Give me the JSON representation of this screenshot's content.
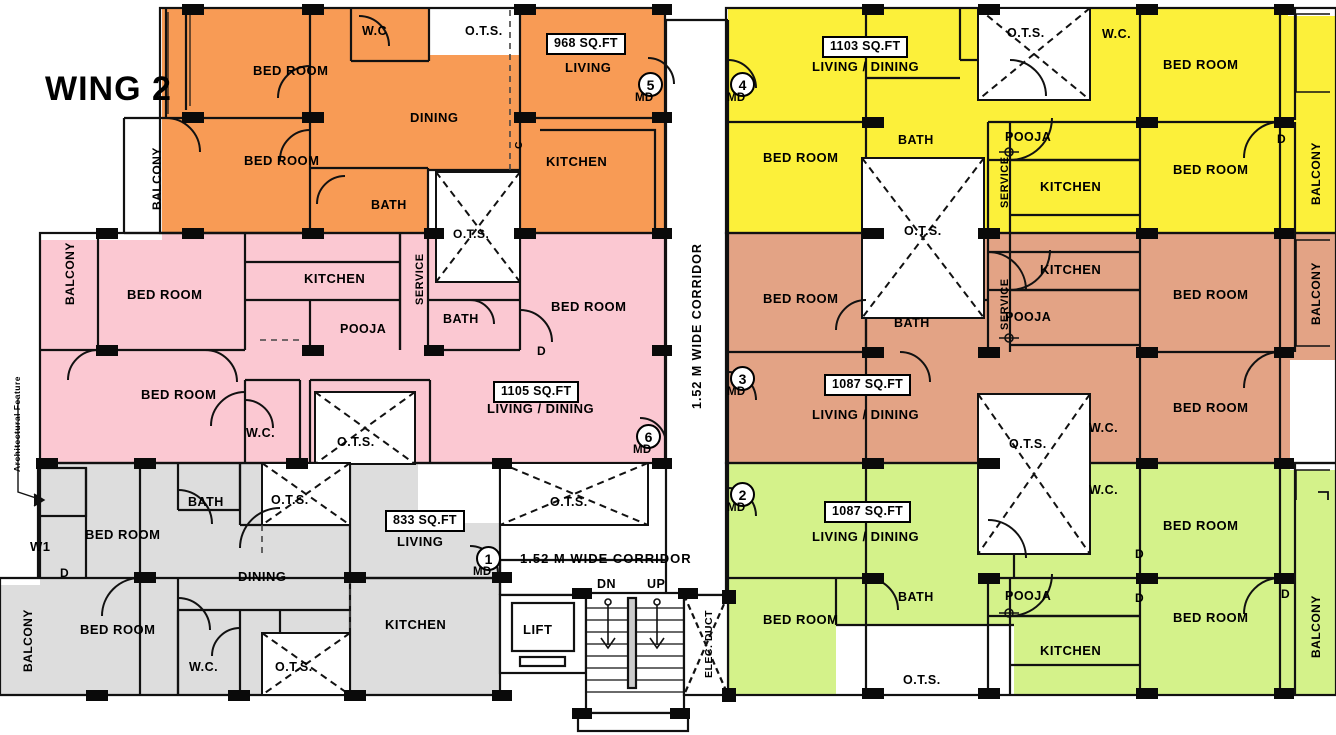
{
  "drawing": {
    "title": "WING 2",
    "corridor_label_vertical": "1.52 M WIDE CORRIDOR",
    "corridor_label_horizontal": "1.52 M  WIDE  CORRIDOR",
    "architectural_feature_note": "Architectural Feature",
    "lift_label": "LIFT",
    "stair_down": "DN",
    "stair_up": "UP",
    "elec_duct": "ELEC. DUCT",
    "window_tag": "W1",
    "door_tag": "D",
    "colors": {
      "orange": "#F89B55",
      "pink": "#FBC8D2",
      "grey": "#DDDDDD",
      "yellow": "#FCF03A",
      "salmon": "#E3A385",
      "green": "#D4F28A",
      "wall": "#111111",
      "paper": "#FFFFFF"
    }
  },
  "units": [
    {
      "id": "flat-5",
      "marker": "5",
      "marker_sub": "MD",
      "area": "968 SQ.FT",
      "color_key": "orange",
      "rooms": [
        "BED ROOM",
        "BED ROOM",
        "DINING",
        "LIVING",
        "KITCHEN",
        "BATH",
        "W.C",
        "BALCONY",
        "O.T.S."
      ]
    },
    {
      "id": "flat-6",
      "marker": "6",
      "marker_sub": "MD",
      "area": "1105 SQ.FT",
      "color_key": "pink",
      "rooms": [
        "BED ROOM",
        "BED ROOM",
        "BED ROOM",
        "LIVING / DINING",
        "KITCHEN",
        "POOJA",
        "SERVICE",
        "BATH",
        "W.C.",
        "BALCONY",
        "O.T.S."
      ]
    },
    {
      "id": "flat-1",
      "marker": "1",
      "marker_sub": "MD",
      "area": "833 SQ.FT",
      "color_key": "grey",
      "rooms": [
        "BED ROOM",
        "BED ROOM",
        "DINING",
        "LIVING",
        "KITCHEN",
        "BATH",
        "W.C.",
        "BALCONY",
        "O.T.S."
      ]
    },
    {
      "id": "flat-4",
      "marker": "4",
      "marker_sub": "MD",
      "area": "1103 SQ.FT",
      "color_key": "yellow",
      "rooms": [
        "LIVING / DINING",
        "BED ROOM",
        "BED ROOM",
        "BED ROOM",
        "KITCHEN",
        "POOJA",
        "SERVICE",
        "BATH",
        "W.C.",
        "BALCONY",
        "O.T.S."
      ]
    },
    {
      "id": "flat-3",
      "marker": "3",
      "marker_sub": "MD",
      "area": "1087 SQ.FT",
      "color_key": "salmon",
      "rooms": [
        "LIVING / DINING",
        "BED ROOM",
        "BED ROOM",
        "BED ROOM",
        "KITCHEN",
        "POOJA",
        "SERVICE",
        "BATH",
        "W.C.",
        "BALCONY",
        "O.T.S."
      ]
    },
    {
      "id": "flat-2",
      "marker": "2",
      "marker_sub": "MD",
      "area": "1087 SQ.FT",
      "color_key": "green",
      "rooms": [
        "LIVING / DINING",
        "BED ROOM",
        "BED ROOM",
        "BED ROOM",
        "KITCHEN",
        "POOJA",
        "BATH",
        "W.C.",
        "BALCONY",
        "O.T.S."
      ]
    }
  ],
  "labels": {
    "bed_room": "BED ROOM",
    "living": "LIVING",
    "living_dining": "LIVING / DINING",
    "dining": "DINING",
    "kitchen": "KITCHEN",
    "bath": "BATH",
    "wc": "W.C.",
    "wc_alt": "W.C",
    "pooja": "POOJA",
    "service": "SERVICE",
    "balcony": "BALCONY",
    "ots": "O.T.S.",
    "d": "D",
    "w1": "W1",
    "lift": "LIFT",
    "dn": "DN",
    "up": "UP",
    "elec_duct": "ELEC. DUCT"
  },
  "areas": {
    "a968": "968 SQ.FT",
    "a1105": "1105 SQ.FT",
    "a833": "833 SQ.FT",
    "a1103": "1103 SQ.FT",
    "a1087_top": "1087 SQ.FT",
    "a1087_bottom": "1087 SQ.FT"
  }
}
